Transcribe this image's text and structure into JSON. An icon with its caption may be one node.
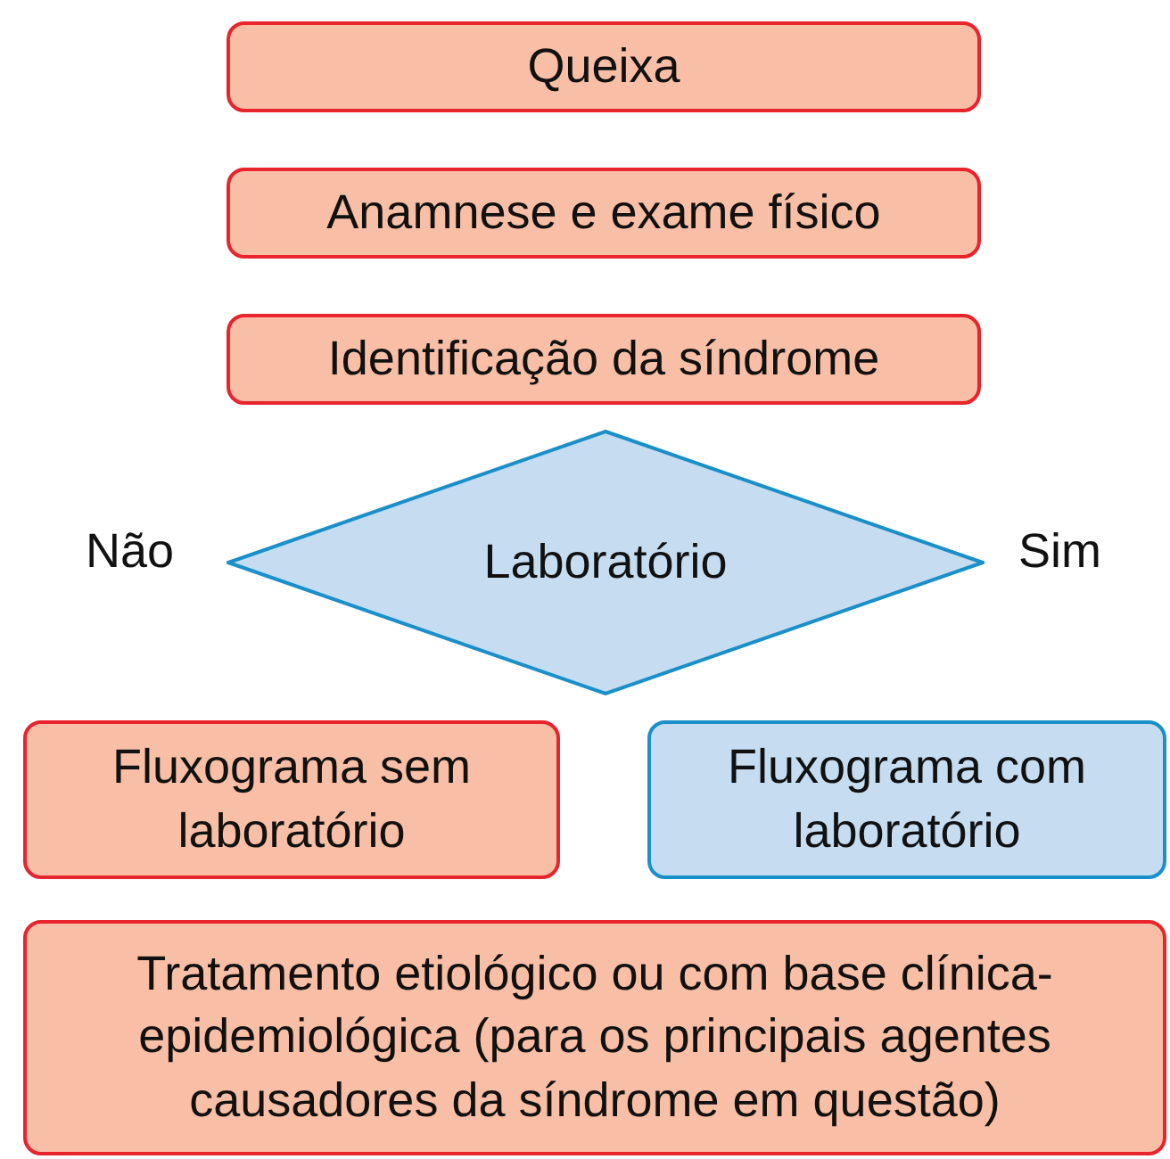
{
  "diagram": {
    "nodes": [
      {
        "text": [
          "Queixa"
        ]
      },
      {
        "text": [
          "Anamnese e exame físico"
        ]
      },
      {
        "text": [
          "Identificação da síndrome"
        ]
      },
      {
        "text": [
          "Laboratório"
        ]
      },
      {
        "text": [
          "Fluxograma sem laboratório"
        ]
      },
      {
        "text": [
          "Fluxograma com laboratório"
        ]
      },
      {
        "text": [
          "Tratamento etiológico ou com base clínica-epidemiológica (para os principais agentes causadores da síndrome em questão)"
        ]
      }
    ],
    "labels": [
      "Não",
      "Sim"
    ]
  }
}
